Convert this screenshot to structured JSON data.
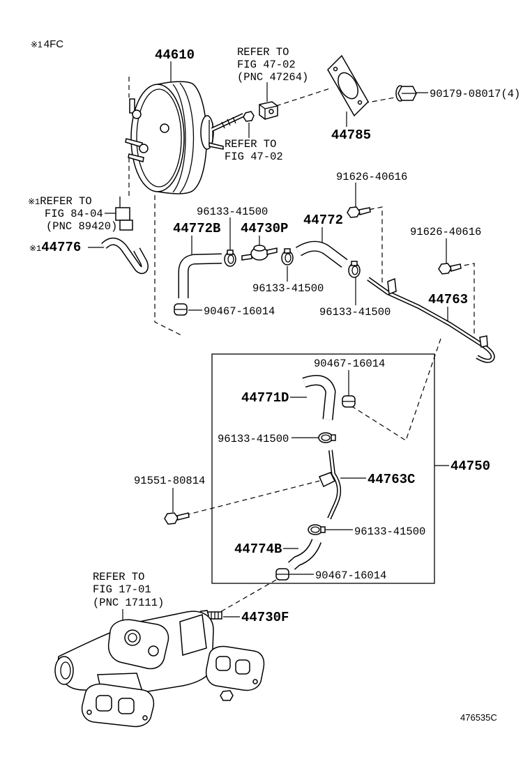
{
  "note": {
    "mark": "※1",
    "text": "4FC"
  },
  "labels": {
    "booster": "44610",
    "booster_ref": [
      "REFER TO",
      "FIG 47-02",
      "(PNC 47264)"
    ],
    "nut": "90179-08017(4)",
    "gasket": "44785",
    "clevis_ref": [
      "REFER TO",
      "FIG 47-02"
    ],
    "bolt_upper": "91626-40616",
    "sensor_ref": {
      "mark": "※1",
      "lines": [
        "REFER TO",
        "FIG 84-04",
        "(PNC 89420)"
      ]
    },
    "clamp_a": "96133-41500",
    "hose_b": "44772B",
    "valve": "44730P",
    "hose": "44772",
    "bolt_right": "91626-40616",
    "hose_76": {
      "mark": "※1",
      "part": "44776"
    },
    "clamp_b": "96133-41500",
    "clamp_c": "96133-41500",
    "pipe": "44763",
    "clamp_d": "90467-16014",
    "box_clamp_top": "90467-16014",
    "hose_d": "44771D",
    "box_clamp_1": "96133-41500",
    "assembly": "44750",
    "bolt_box": "91551-80814",
    "pipe_c": "44763C",
    "box_clamp_2": "96133-41500",
    "hose_74b": "44774B",
    "box_clamp_bottom": "90467-16014",
    "manifold_ref": [
      "REFER TO",
      "FIG 17-01",
      "(PNC 17111)"
    ],
    "fitting": "44730F"
  },
  "figure_id": "476535C"
}
